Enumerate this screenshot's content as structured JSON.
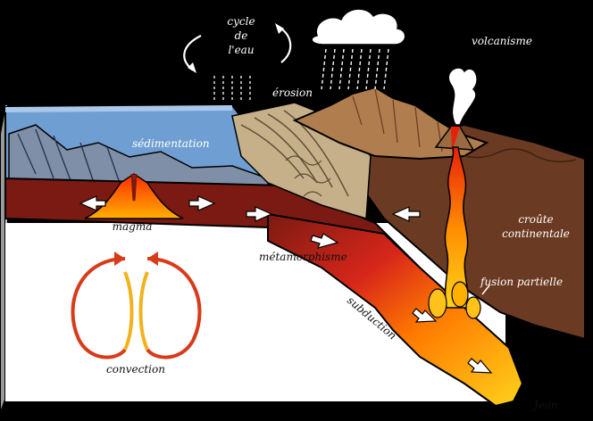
{
  "labels": {
    "water_cycle": [
      "cycle",
      "de",
      "l'eau"
    ],
    "erosion": "érosion",
    "volcanism": "volcanisme",
    "sedimentation": "sédimentation",
    "magma": "magma",
    "metamorphism": "métamorphisme",
    "continental_crust": [
      "croûte",
      "continentale"
    ],
    "partial_melting": "fusion partielle",
    "subduction": "subduction",
    "convection": "convection",
    "signature": "Jean"
  },
  "colors": {
    "background": "#000000",
    "ocean": "#6f9ed2",
    "oceanic_crust": "#7a1a12",
    "mantle_surface": "#ffffff",
    "block_side": "#bdbdbd",
    "continent": "#6b3a22",
    "mountain": "#b07d4e",
    "hot_magma": "#ff3a00",
    "warm_magma": "#ffc21a",
    "convection_cool": "#d83a1a",
    "convection_warm": "#f2b21c"
  },
  "icons": {
    "rain_cloud": "cloud-icon",
    "water_cycle_arrows": "cycle-arrows-icon",
    "flow_arrows": "arrow-icon"
  }
}
